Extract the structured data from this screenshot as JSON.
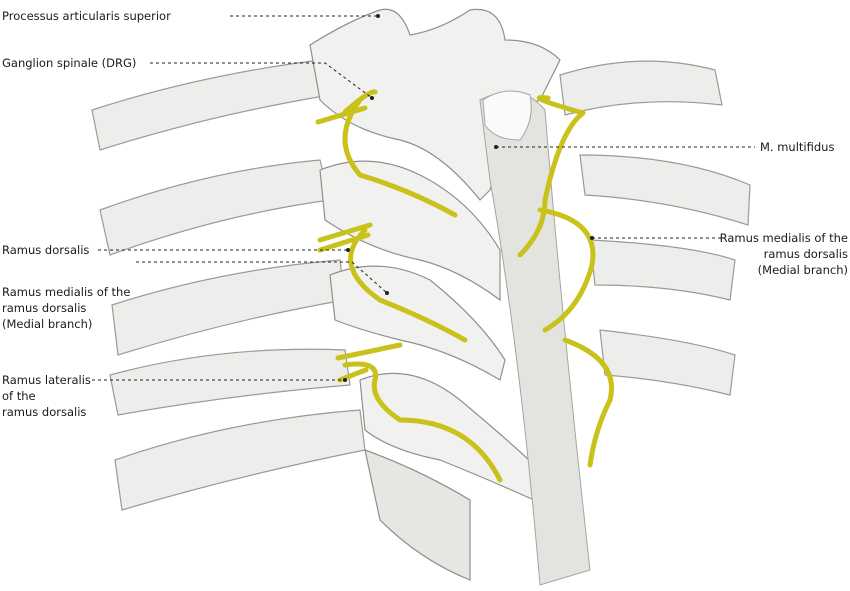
{
  "labels": {
    "processus": "Processus articularis superior",
    "ganglion": "Ganglion spinale (DRG)",
    "multifidus": "M. multifidus",
    "medialis_right": [
      "Ramus medialis of the",
      "ramus dorsalis",
      "(Medial branch)"
    ],
    "dorsalis": "Ramus dorsalis",
    "medialis_left": [
      "Ramus medialis of the",
      "ramus dorsalis",
      "(Medial branch)"
    ],
    "lateralis": [
      "Ramus lateralis",
      "of the",
      "ramus dorsalis"
    ]
  },
  "colors": {
    "bone": "#ededeb",
    "bone_edge": "#9a9a96",
    "nerve": "#c9c21a",
    "nerve_edge": "#7d7810",
    "muscle": "#e3e3e0",
    "leader": "#222222"
  }
}
